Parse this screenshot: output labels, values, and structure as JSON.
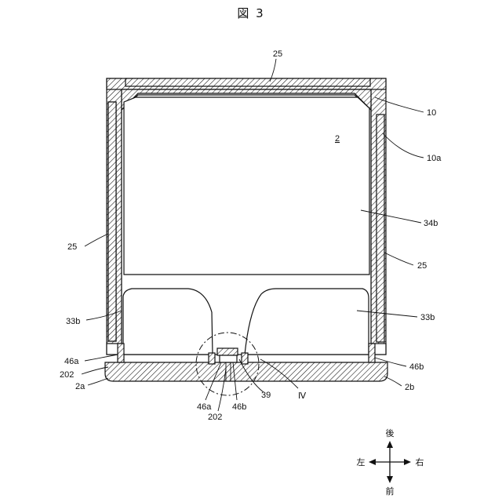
{
  "figure": {
    "title": "図 3"
  },
  "labels": {
    "l25_top": "25",
    "l10": "10",
    "l10a": "10a",
    "l2": "2",
    "l34b": "34b",
    "l25_left": "25",
    "l25_right": "25",
    "l33b_left": "33b",
    "l33b_right": "33b",
    "l46a_left": "46a",
    "l202_left": "202",
    "l2a": "2a",
    "l46b_right": "46b",
    "l2b": "2b",
    "l46a_bottom": "46a",
    "l202_bottom": "202",
    "l46b_bottom": "46b",
    "l39": "39",
    "lIV": "Ⅳ"
  },
  "compass": {
    "up": "後",
    "down": "前",
    "left": "左",
    "right": "右"
  }
}
